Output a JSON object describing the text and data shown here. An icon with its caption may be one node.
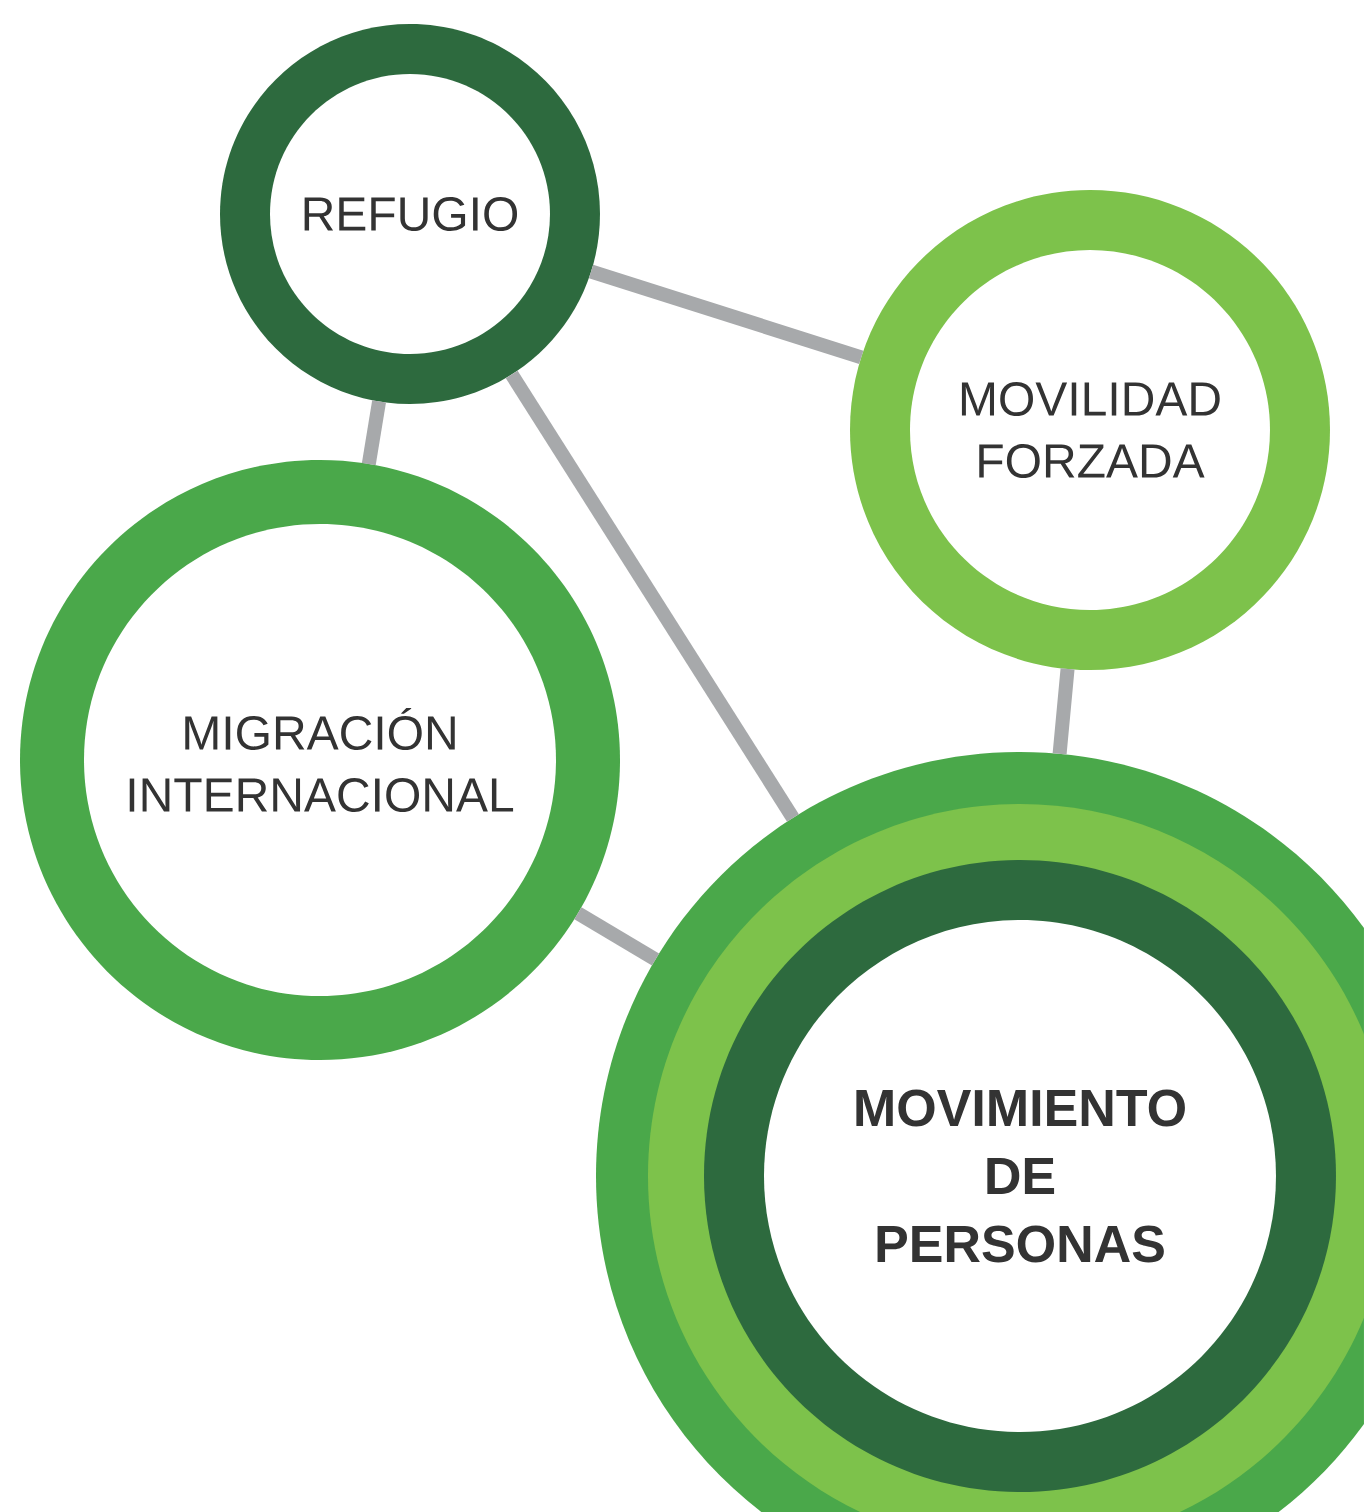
{
  "diagram": {
    "nodes": [
      {
        "text": [
          "REFUGIO"
        ]
      },
      {
        "text": [
          "MOVILIDAD FORZADA"
        ]
      },
      {
        "text": [
          "MIGRACIÓN INTERNACIONAL"
        ]
      },
      {
        "text": [
          "MOVIMIENTO DE PERSONAS"
        ]
      }
    ],
    "edges": [
      {
        "from": 0,
        "to": 1,
        "arrow": "none"
      },
      {
        "from": 0,
        "to": 2,
        "arrow": "none"
      },
      {
        "from": 0,
        "to": 3,
        "arrow": "none"
      },
      {
        "from": 1,
        "to": 3,
        "arrow": "none"
      },
      {
        "from": 2,
        "to": 3,
        "arrow": "none"
      }
    ]
  }
}
